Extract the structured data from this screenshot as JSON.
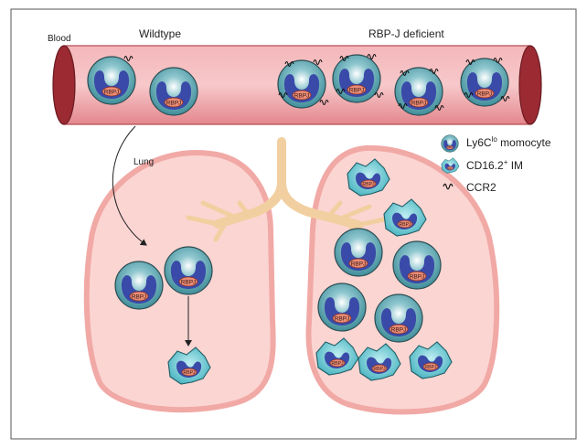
{
  "labels": {
    "blood": "Blood",
    "wildtype": "Wildtype",
    "deficient": "RBP-J deficient",
    "lung": "Lung",
    "nucleus": "RBPJ"
  },
  "legend": {
    "monocyte": {
      "main": "Ly6C",
      "sup": "lo",
      "rest": " momocyte",
      "icon": "ly6c-lo-monocyte-icon"
    },
    "im": {
      "main": "CD16.2",
      "sup": "+",
      "rest": " IM",
      "icon": "cd16-2-im-icon"
    },
    "ccr2": {
      "main": "CCR2",
      "icon": "ccr2-receptor-icon"
    }
  },
  "colors": {
    "vessel": "#e89a9f",
    "vessel_dark": "#c0393f",
    "lung": "#fbd5d2",
    "lung_inner": "#fde8e5",
    "airway": "#f2cfa0",
    "cell_teal": "#4c9aa5",
    "cell_nucleus": "#3a4aa8",
    "cell_center": "#ffffff",
    "im_teal": "#5ec4cf",
    "rbpj": "#e98c76"
  }
}
